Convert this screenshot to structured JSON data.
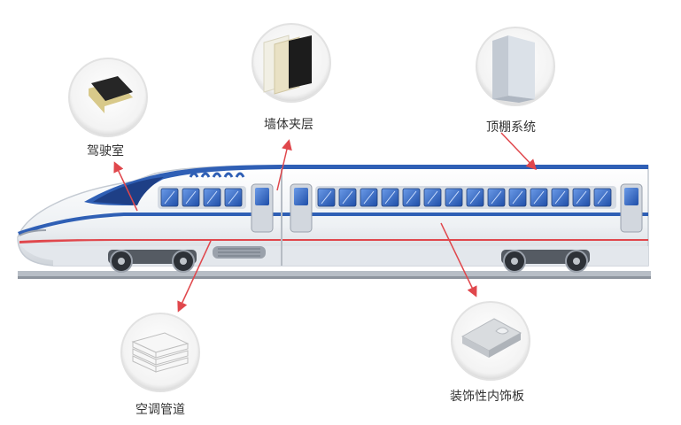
{
  "labels": {
    "cab": "驾驶室",
    "wall": "墙体夹层",
    "ceiling": "顶棚系统",
    "duct": "空调管道",
    "panel": "装饰性内饰板"
  },
  "colors": {
    "accent_red": "#e0474c",
    "train_blue": "#2f5fb5",
    "window_blue": "#3a6fd0",
    "body_white": "#f4f6f8",
    "body_gray": "#d9dde2"
  }
}
